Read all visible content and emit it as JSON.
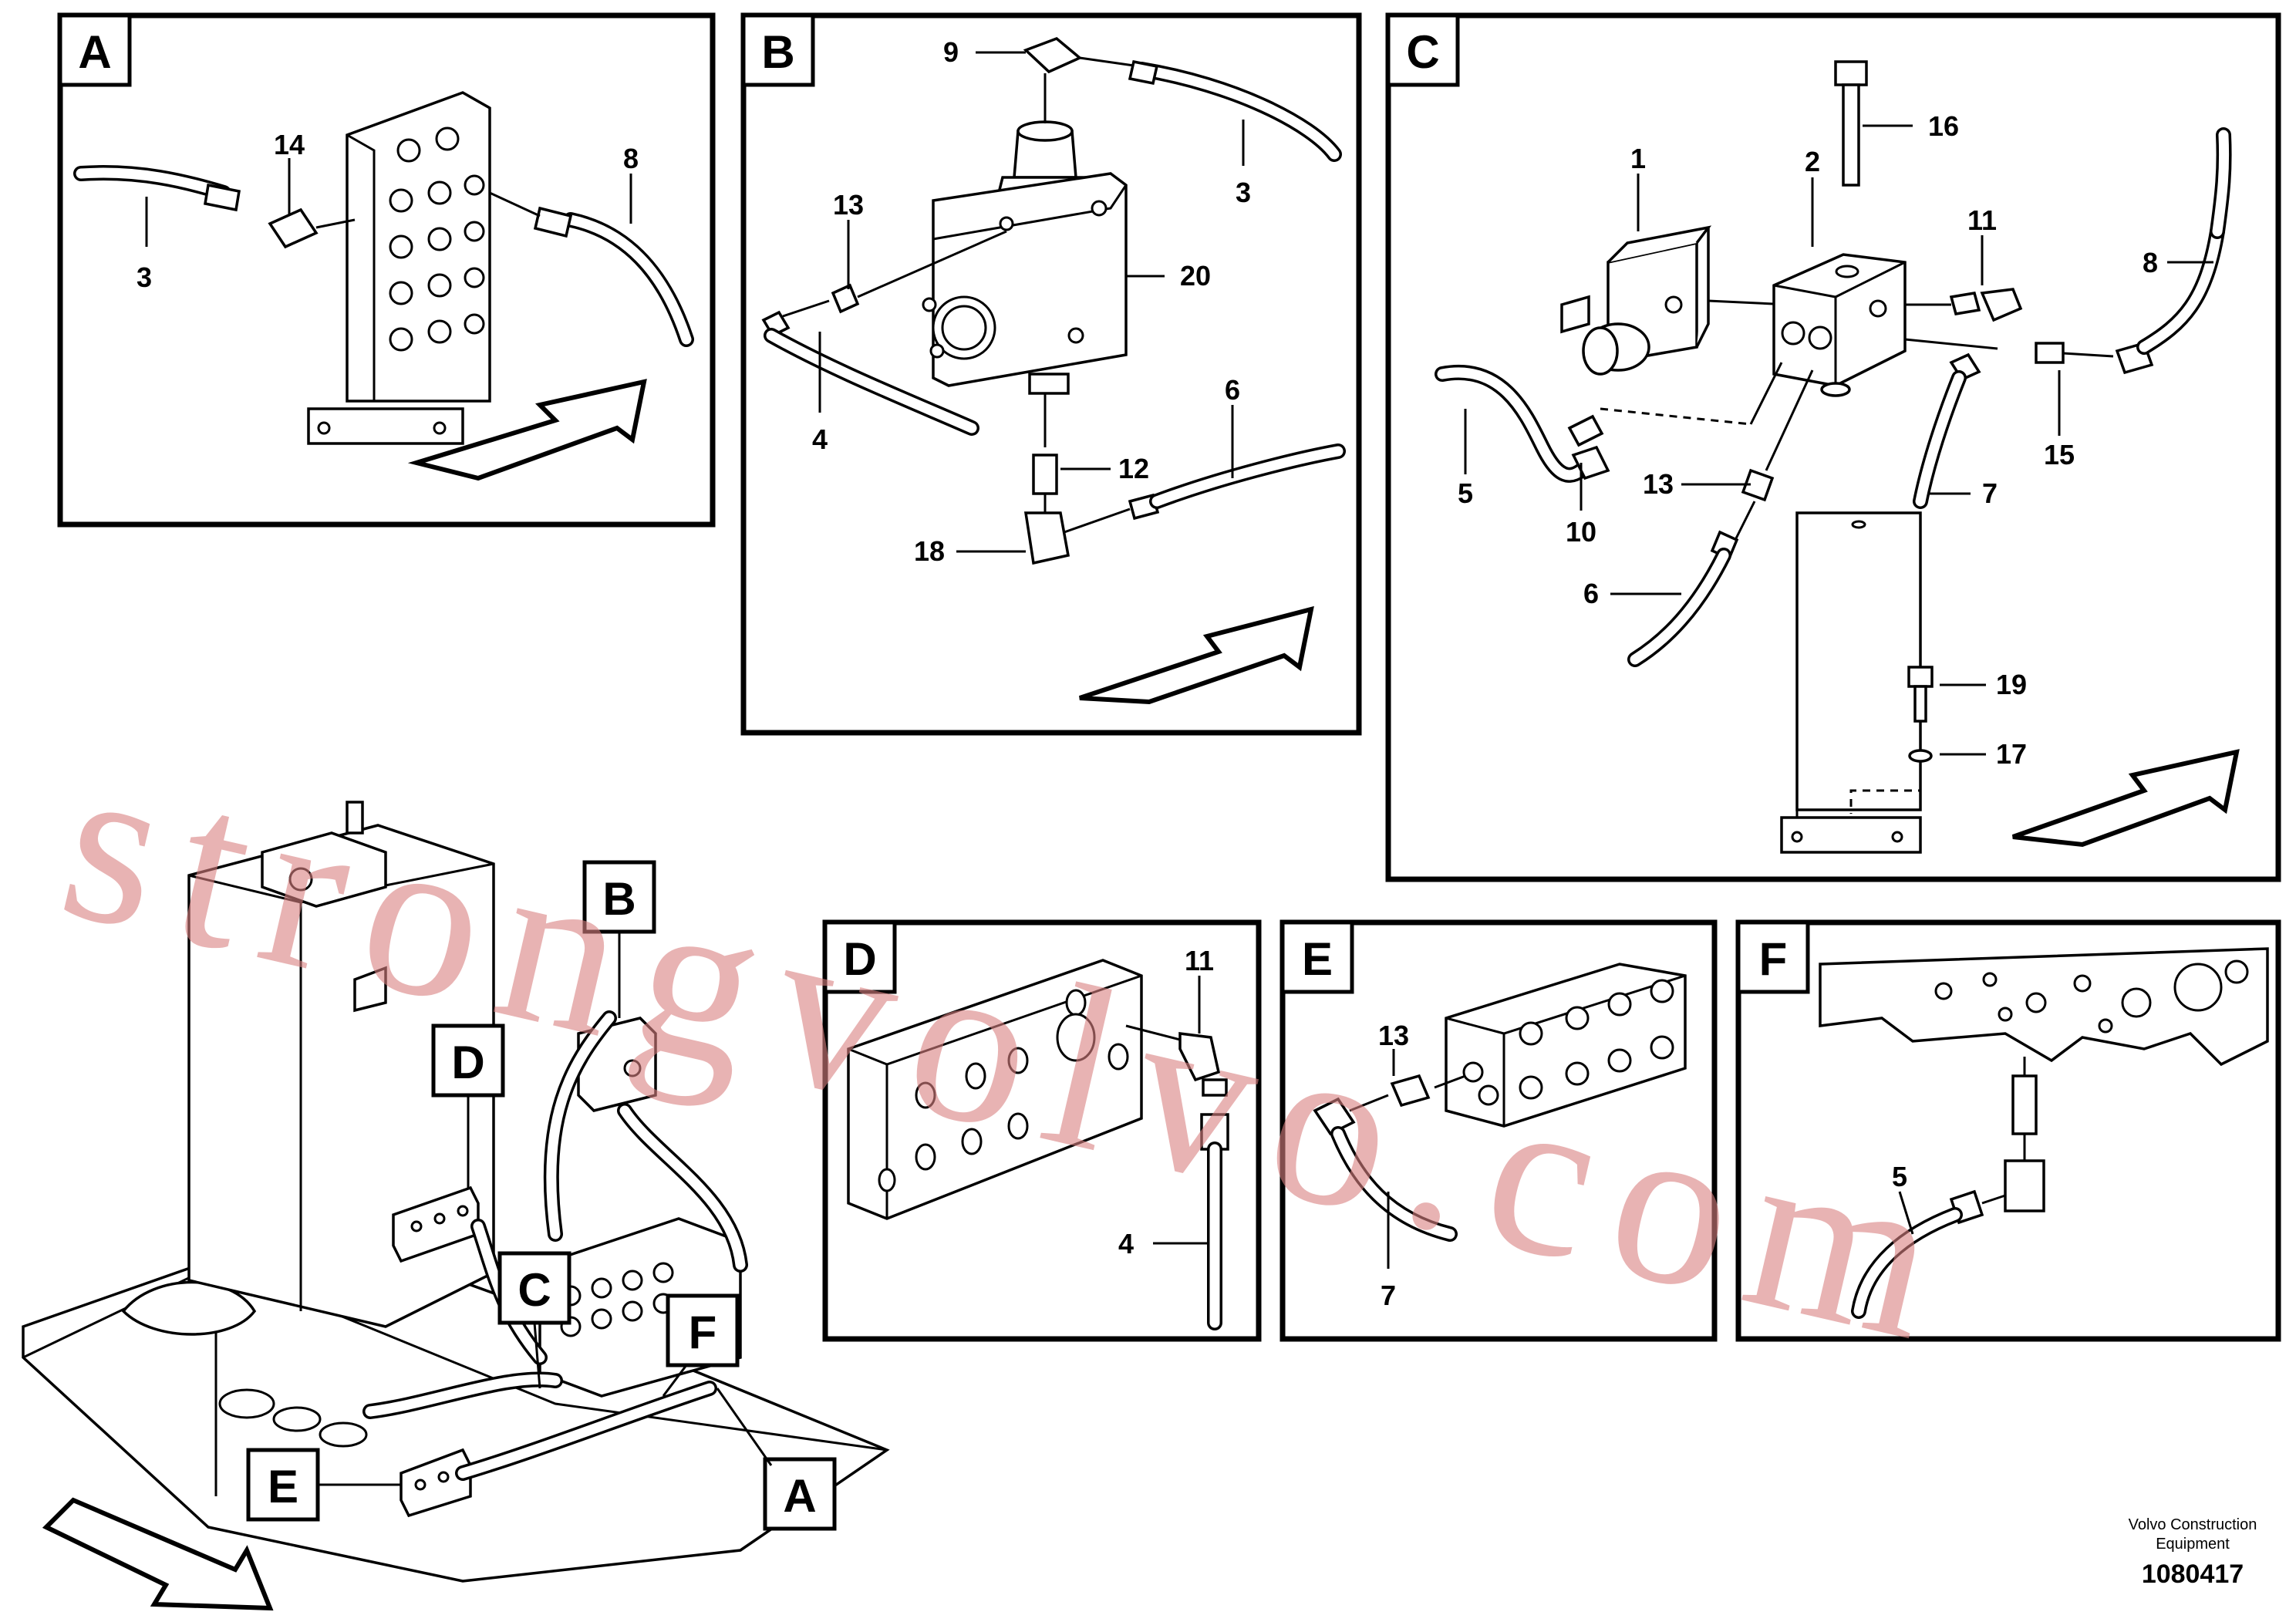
{
  "panels": {
    "A": {
      "tag": "A",
      "labels": [
        "14",
        "8",
        "3"
      ]
    },
    "B": {
      "tag": "B",
      "labels": [
        "9",
        "3",
        "13",
        "20",
        "4",
        "6",
        "12",
        "18"
      ]
    },
    "C": {
      "tag": "C",
      "labels": [
        "16",
        "1",
        "2",
        "11",
        "8",
        "5",
        "10",
        "13",
        "15",
        "7",
        "6",
        "19",
        "17"
      ]
    },
    "D": {
      "tag": "D",
      "labels": [
        "11",
        "4"
      ]
    },
    "E": {
      "tag": "E",
      "labels": [
        "13",
        "7"
      ]
    },
    "F": {
      "tag": "F",
      "labels": [
        "5"
      ]
    }
  },
  "overview": {
    "callouts": [
      "B",
      "D",
      "C",
      "F",
      "E",
      "A"
    ]
  },
  "watermark": "strongvolvo.com",
  "footer": {
    "line1": "Volvo Construction",
    "line2": "Equipment",
    "doc_number": "1080417"
  }
}
